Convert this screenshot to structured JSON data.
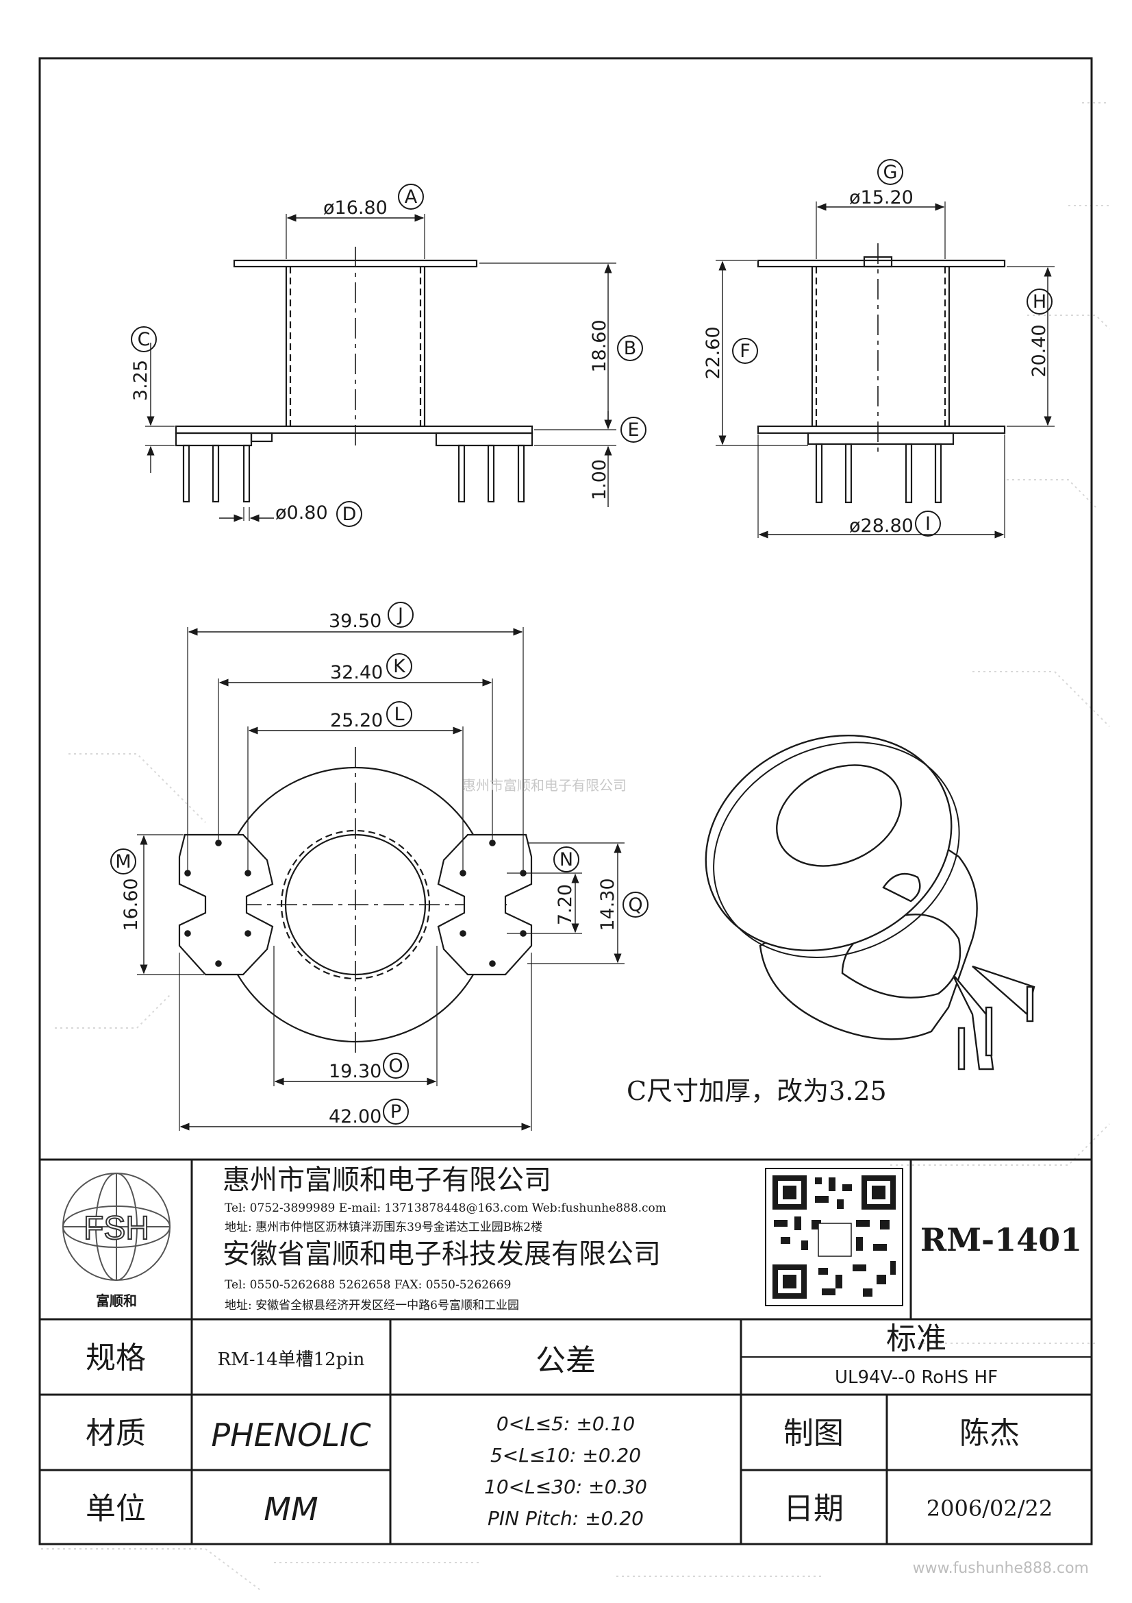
{
  "drawing": {
    "watermark": "惠州市富顺和电子有限公司",
    "note": "C尺寸加厚，改为3.25",
    "site": "www.fushunhe888.com"
  },
  "views": {
    "front": {
      "A": {
        "tag": "A",
        "value": "ø16.80"
      },
      "B": {
        "tag": "B",
        "value": "18.60"
      },
      "C": {
        "tag": "C",
        "value": "3.25"
      },
      "D": {
        "tag": "D",
        "value": "ø0.80"
      },
      "E": {
        "tag": "E",
        "value": "1.00"
      }
    },
    "side": {
      "F": {
        "tag": "F",
        "value": "22.60"
      },
      "G": {
        "tag": "G",
        "value": "ø15.20"
      },
      "H": {
        "tag": "H",
        "value": "20.40"
      },
      "I": {
        "tag": "I",
        "value": "ø28.80"
      }
    },
    "bottom": {
      "J": {
        "tag": "J",
        "value": "39.50"
      },
      "K": {
        "tag": "K",
        "value": "32.40"
      },
      "L": {
        "tag": "L",
        "value": "25.20"
      },
      "M": {
        "tag": "M",
        "value": "16.60"
      },
      "N": {
        "tag": "N",
        "value": "7.20"
      },
      "O": {
        "tag": "O",
        "value": "19.30"
      },
      "P": {
        "tag": "P",
        "value": "42.00"
      },
      "Q": {
        "tag": "Q",
        "value": "14.30"
      }
    }
  },
  "title_block": {
    "logo_letters": "FSH",
    "logo_caption": "富顺和",
    "company1": {
      "name": "惠州市富顺和电子有限公司",
      "contact": "Tel:    0752-3899989   E-mail: 13713878448@163.com  Web:fushunhe888.com",
      "address": "地址: 惠州市仲恺区沥林镇泮沥围东39号金诺达工业园B栋2楼"
    },
    "company2": {
      "name": "安徽省富顺和电子科技发展有限公司",
      "contact": "Tel:   0550-5262688  5262658      FAX: 0550-5262669",
      "address": "地址: 安徽省全椒县经济开发区经一中路6号富顺和工业园"
    },
    "part_number": "RM-1401",
    "spec_label": "规格",
    "spec_value": "RM-14单槽12pin",
    "material_label": "材质",
    "material_value": "PHENOLIC",
    "unit_label": "单位",
    "unit_value": "MM",
    "tolerance_label": "公差",
    "tolerances": [
      "0<L≤5: ±0.10",
      "5<L≤10: ±0.20",
      "10<L≤30: ±0.30",
      "PIN Pitch: ±0.20"
    ],
    "standard_label": "标准",
    "standard_value": "UL94V--0  RoHS HF",
    "drawn_label": "制图",
    "drawn_value": "陈杰",
    "date_label": "日期",
    "date_value": "2006/02/22"
  }
}
